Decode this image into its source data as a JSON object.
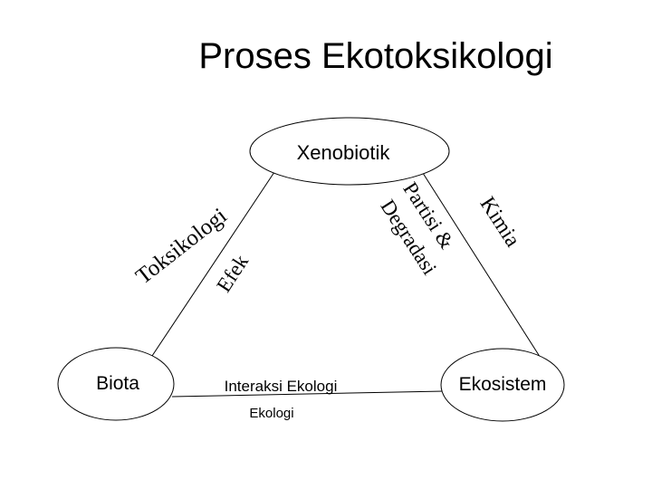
{
  "title": "Proses Ekotoksikologi",
  "nodes": {
    "top": "Xenobiotik",
    "left": "Biota",
    "right": "Ekosistem"
  },
  "edges": {
    "left_outer": "Toksikologi",
    "left_inner": "Efek",
    "right_outer": "Kimia",
    "right_inner_1": "Partisi &",
    "right_inner_2": "Degradasi",
    "bottom_main": "Interaksi Ekologi",
    "bottom_sub": "Ekologi"
  }
}
